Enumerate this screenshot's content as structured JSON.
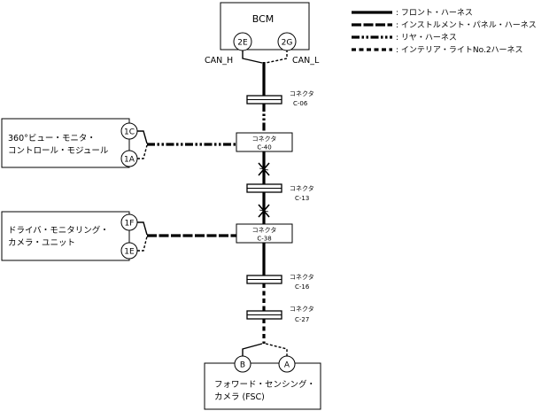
{
  "legend": [
    {
      "label": ": フロント・ハーネス",
      "style": "front"
    },
    {
      "label": ": インストルメント・パネル・ハーネス",
      "style": "inst"
    },
    {
      "label": ": リヤ・ハーネス",
      "style": "rear"
    },
    {
      "label": ": インテリア・ライトNo.2ハーネス",
      "style": "int"
    }
  ],
  "bcm": {
    "title": "BCM",
    "pins": [
      "2E",
      "2G"
    ],
    "can_h": "CAN_H",
    "can_l": "CAN_L"
  },
  "connectors": [
    {
      "label": "コネクタ",
      "code": "C-06"
    },
    {
      "label": "コネクタ",
      "code": "C-40"
    },
    {
      "label": "コネクタ",
      "code": "C-13"
    },
    {
      "label": "コネクタ",
      "code": "C-38"
    },
    {
      "label": "コネクタ",
      "code": "C-16"
    },
    {
      "label": "コネクタ",
      "code": "C-27"
    }
  ],
  "module_360": {
    "lines": [
      "360°ビュー・モニタ・",
      "コントロール・モジュール"
    ],
    "pins": [
      "1C",
      "1A"
    ]
  },
  "module_dms": {
    "lines": [
      "ドライバ・モニタリング・",
      "カメラ・ユニット"
    ],
    "pins": [
      "1F",
      "1E"
    ]
  },
  "module_fsc": {
    "lines": [
      "フォワード・センシング・",
      "カメラ (FSC)"
    ],
    "pins": [
      "B",
      "A"
    ]
  }
}
